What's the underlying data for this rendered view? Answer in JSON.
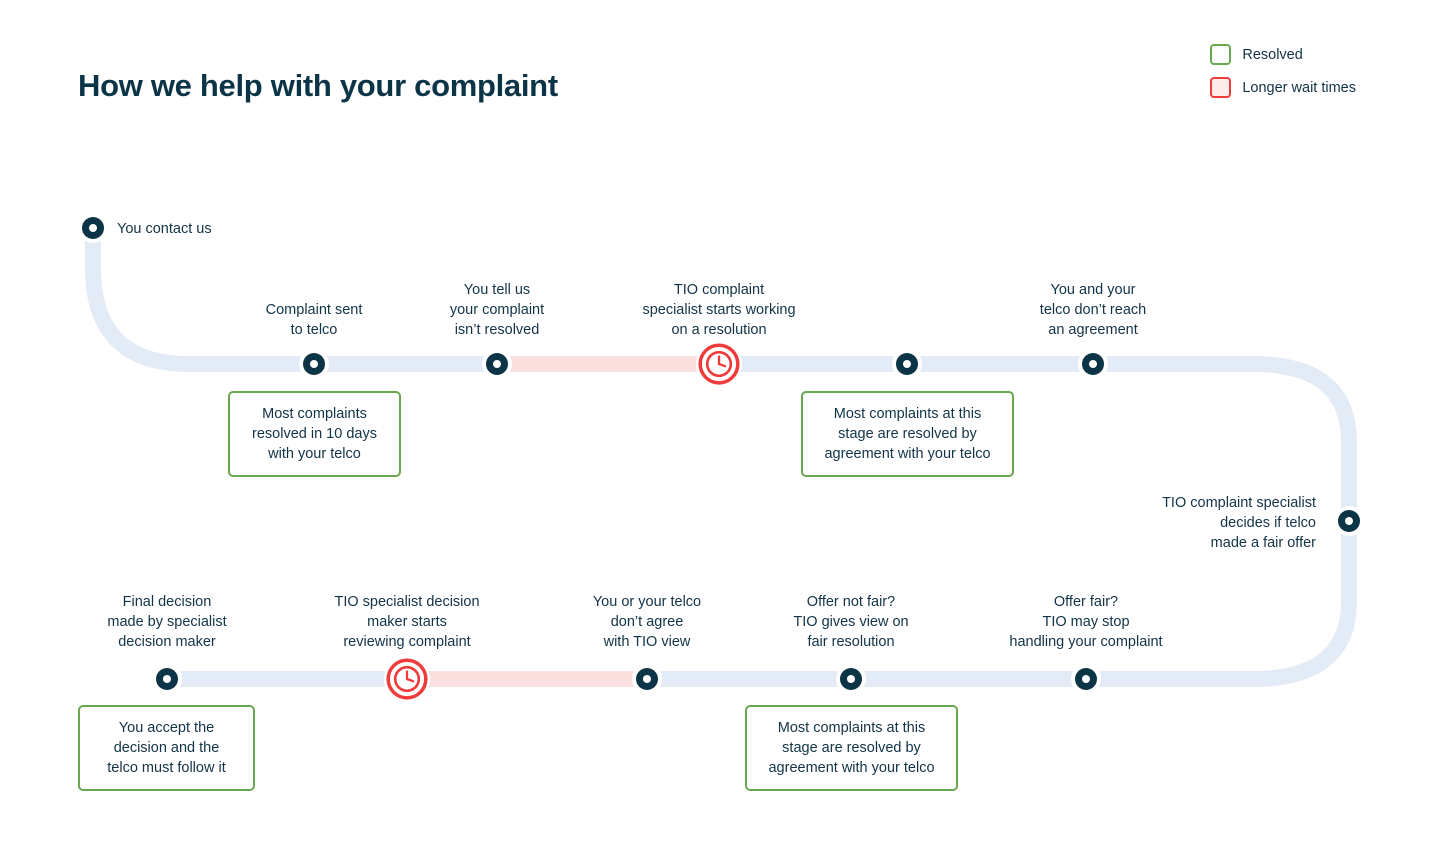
{
  "header": {
    "title": "How we help with your complaint"
  },
  "legend": {
    "items": [
      {
        "label": "Resolved",
        "border": "#6aa84f",
        "fill": "#ffffff",
        "icon": "square-outline-icon"
      },
      {
        "label": "Longer wait times",
        "border": "#f03b3b",
        "fill": "#fdeceb",
        "icon": "square-outline-icon"
      }
    ]
  },
  "colors": {
    "navy": "#0c3447",
    "track_blue": "#e3ebf6",
    "track_pink": "#fbe0e0",
    "green": "#6aa84f",
    "red": "#f03b3b",
    "text": "#123447"
  },
  "flow": {
    "start": {
      "label": "You contact us",
      "marker": "flow-node-start"
    },
    "row1": [
      {
        "id": "complaint-sent-to-telco",
        "label": "Complaint sent\nto telco",
        "marker": "dot"
      },
      {
        "id": "complaint-not-resolved",
        "label": "You tell us\nyour complaint\nisn’t resolved",
        "marker": "dot"
      },
      {
        "id": "specialist-starts-work",
        "label": "TIO complaint\nspecialist starts working\non a resolution",
        "marker": "clock"
      },
      {
        "id": "row1-unlabelled-node",
        "label": "",
        "marker": "dot"
      },
      {
        "id": "no-agreement-reached",
        "label": "You and your\ntelco don’t reach\nan agreement",
        "marker": "dot"
      }
    ],
    "turn": {
      "id": "specialist-decides-fair-offer",
      "label": "TIO complaint specialist\ndecides if telco\nmade a fair offer",
      "marker": "dot"
    },
    "row2": [
      {
        "id": "final-decision-made",
        "label": "Final decision\nmade by specialist\ndecision maker",
        "marker": "dot"
      },
      {
        "id": "decision-maker-reviewing",
        "label": "TIO specialist decision\nmaker starts\nreviewing complaint",
        "marker": "clock"
      },
      {
        "id": "dont-agree-with-tio-view",
        "label": "You or your telco\ndon’t agree\nwith TIO view",
        "marker": "dot"
      },
      {
        "id": "offer-not-fair",
        "label": "Offer not fair?\nTIO gives view on\nfair resolution",
        "marker": "dot"
      },
      {
        "id": "offer-fair",
        "label": "Offer fair?\nTIO may stop\nhandling your complaint",
        "marker": "dot"
      }
    ],
    "callouts": [
      {
        "id": "callout-resolved-10-days",
        "text": "Most complaints\nresolved in 10 days\nwith your telco"
      },
      {
        "id": "callout-resolved-agreement-1",
        "text": "Most complaints at this\nstage are resolved by\nagreement with your telco"
      },
      {
        "id": "callout-accept-decision",
        "text": "You accept the\ndecision and the\ntelco must follow it"
      },
      {
        "id": "callout-resolved-agreement-2",
        "text": "Most complaints at this\nstage are resolved by\nagreement with your telco"
      }
    ]
  }
}
